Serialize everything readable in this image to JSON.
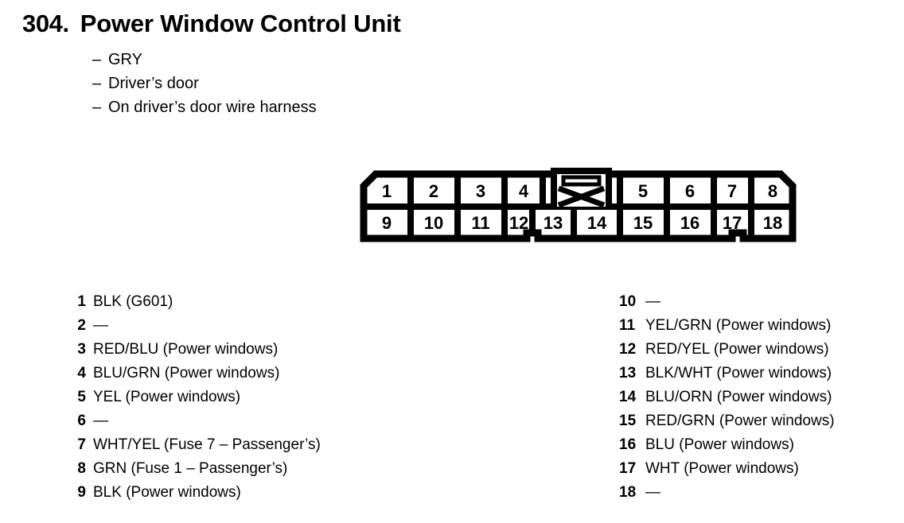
{
  "page": {
    "section_number": "304.",
    "title": "Power Window Control Unit",
    "subtitles": [
      "GRY",
      "Driver’s door",
      "On driver’s door wire harness"
    ],
    "dash_bullet": "–"
  },
  "connector": {
    "name": "18-pin connector",
    "top_row": [
      "1",
      "2",
      "3",
      "4",
      "5",
      "6",
      "7",
      "8"
    ],
    "bottom_row": [
      "9",
      "10",
      "11",
      "12",
      "13",
      "14",
      "15",
      "16",
      "17",
      "18"
    ],
    "key_slot_label": "keyed-blank-slot",
    "key_slot_position_after_top_pin": "4",
    "outline_color": "#000000",
    "fill_color": "#ffffff"
  },
  "pins_left": [
    {
      "num": "1",
      "desc": "BLK (G601)"
    },
    {
      "num": "2",
      "desc": "—"
    },
    {
      "num": "3",
      "desc": "RED/BLU (Power windows)"
    },
    {
      "num": "4",
      "desc": "BLU/GRN (Power windows)"
    },
    {
      "num": "5",
      "desc": "YEL (Power windows)"
    },
    {
      "num": "6",
      "desc": "—"
    },
    {
      "num": "7",
      "desc": "WHT/YEL (Fuse 7 – Passenger’s)"
    },
    {
      "num": "8",
      "desc": "GRN (Fuse 1 – Passenger’s)"
    },
    {
      "num": "9",
      "desc": "BLK (Power windows)"
    }
  ],
  "pins_right": [
    {
      "num": "10",
      "desc": "—"
    },
    {
      "num": "11",
      "desc": "YEL/GRN (Power windows)"
    },
    {
      "num": "12",
      "desc": "RED/YEL (Power windows)"
    },
    {
      "num": "13",
      "desc": "BLK/WHT (Power windows)"
    },
    {
      "num": "14",
      "desc": "BLU/ORN (Power windows)"
    },
    {
      "num": "15",
      "desc": "RED/GRN (Power windows)"
    },
    {
      "num": "16",
      "desc": "BLU (Power windows)"
    },
    {
      "num": "17",
      "desc": "WHT (Power windows)"
    },
    {
      "num": "18",
      "desc": "—"
    }
  ]
}
